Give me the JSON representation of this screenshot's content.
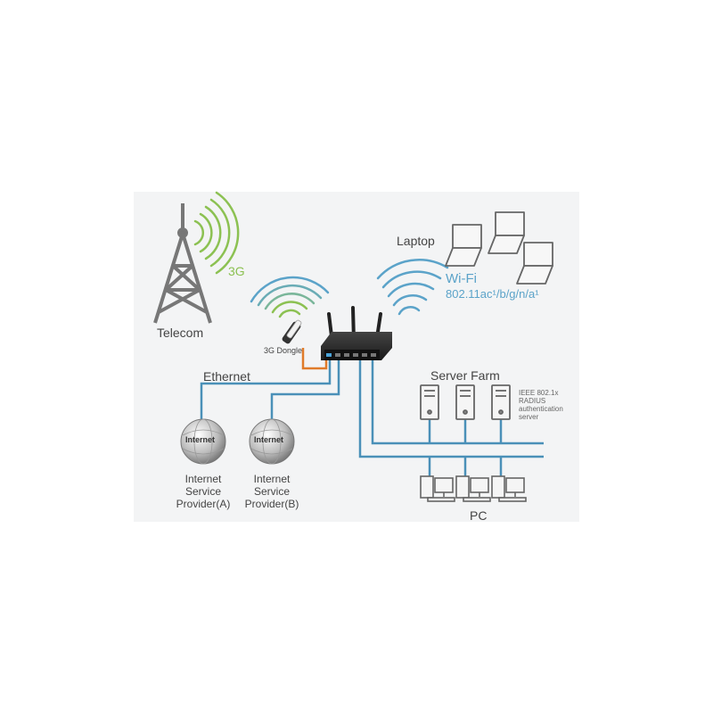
{
  "labels": {
    "telecom": "Telecom",
    "g3": "3G",
    "dongle": "3G Dongle",
    "laptop": "Laptop",
    "wifi": "Wi-Fi",
    "wifi_std": "802.11ac¹/b/g/n/a¹",
    "ethernet": "Ethernet",
    "server_farm": "Server Farm",
    "ieee_1": "IEEE 802.1x",
    "ieee_2": "RADIUS",
    "ieee_3": "authentication",
    "ieee_4": "server",
    "pc": "PC",
    "isp_a_1": "Internet",
    "isp_a_2": "Service",
    "isp_a_3": "Provider(A)",
    "isp_b_1": "Internet",
    "isp_b_2": "Service",
    "isp_b_3": "Provider(B)",
    "globe_word": "Internet"
  },
  "colors": {
    "link_blue": "#4a90b8",
    "link_orange": "#e07b2a",
    "wave_green": "#8cc152",
    "wave_blue": "#5ba3c9",
    "device_gray": "#666666",
    "router_body": "#2b2b2b"
  },
  "icons": {
    "tower": "cell-tower-icon",
    "router": "router-icon",
    "dongle": "usb-dongle-icon",
    "laptop": "laptop-icon",
    "server": "server-icon",
    "pc": "desktop-pc-icon",
    "globe": "internet-globe-icon"
  }
}
